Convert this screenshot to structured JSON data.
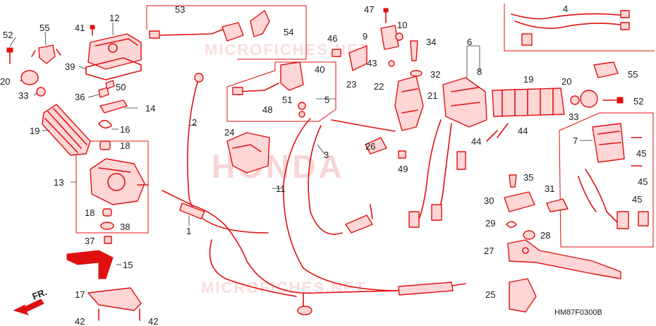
{
  "diagram": {
    "code": "HM87F0300B",
    "direction_label": "FR.",
    "watermarks": {
      "brand": "HONDA",
      "site": "MICROFICHES.NET"
    },
    "callouts": [
      "1",
      "2",
      "3",
      "4",
      "5",
      "6",
      "7",
      "8",
      "9",
      "10",
      "11",
      "12",
      "13",
      "14",
      "15",
      "16",
      "17",
      "18",
      "19",
      "20",
      "21",
      "22",
      "23",
      "24",
      "25",
      "26",
      "27",
      "28",
      "29",
      "30",
      "31",
      "32",
      "33",
      "34",
      "35",
      "36",
      "37",
      "38",
      "39",
      "40",
      "41",
      "42",
      "43",
      "44",
      "45",
      "46",
      "47",
      "48",
      "49",
      "50",
      "51",
      "52",
      "53",
      "54",
      "55"
    ]
  },
  "colors": {
    "parts": "#e01010",
    "text": "#1a1a1a",
    "watermark": "#f4b4b4"
  }
}
